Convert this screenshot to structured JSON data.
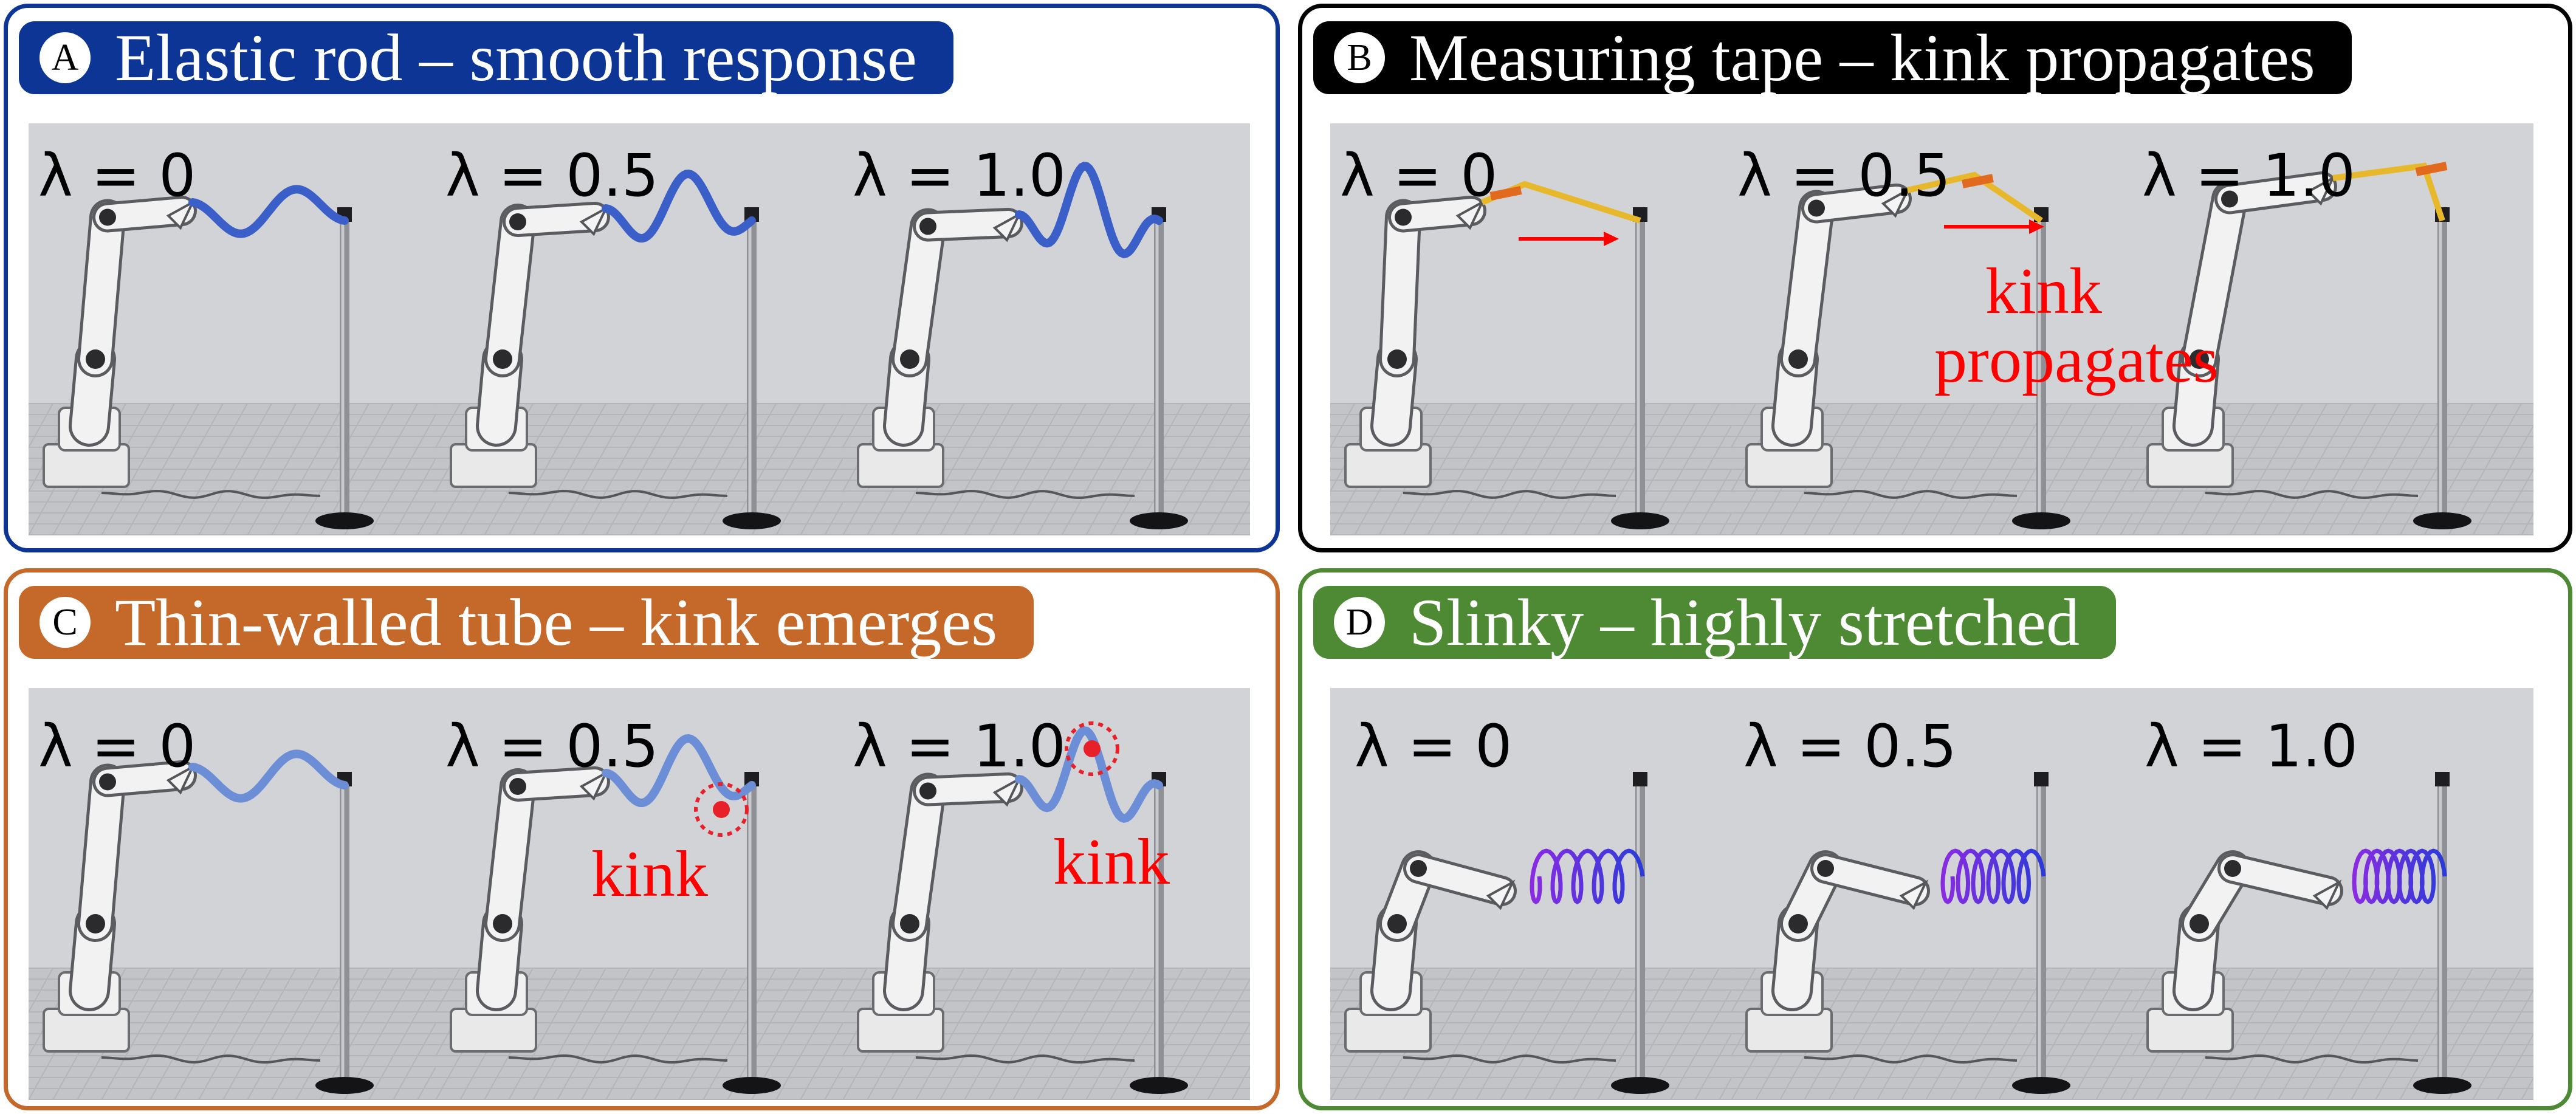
{
  "panels": [
    {
      "id": "A",
      "letter": "A",
      "title": "Elastic rod – smooth response",
      "color": "#0d3596",
      "border": "#0d3596",
      "object": "rod"
    },
    {
      "id": "B",
      "letter": "B",
      "title": "Measuring tape – kink propagates",
      "color": "#000000",
      "border": "#000000",
      "object": "tape"
    },
    {
      "id": "C",
      "letter": "C",
      "title": "Thin-walled tube – kink emerges",
      "color": "#c5692a",
      "border": "#c5692a",
      "object": "tube"
    },
    {
      "id": "D",
      "letter": "D",
      "title": "Slinky – highly stretched",
      "color": "#4e8a34",
      "border": "#4e8a34",
      "object": "slinky"
    }
  ],
  "lambda_labels": [
    "λ = 0",
    "λ = 0.5",
    "λ = 1.0"
  ],
  "annotations": {
    "B_kink": "kink",
    "B_propagates": "propagates",
    "C_kink_1": "kink",
    "C_kink_2": "kink"
  },
  "colors": {
    "rod": "#3b5fc8",
    "tape": "#e8b82c",
    "tape_kink": "#e26a1f",
    "tube": "#6b8ed6",
    "tube_kink": "#e8202a",
    "annotation": "#ff0000",
    "background": "#d2d3d6"
  }
}
